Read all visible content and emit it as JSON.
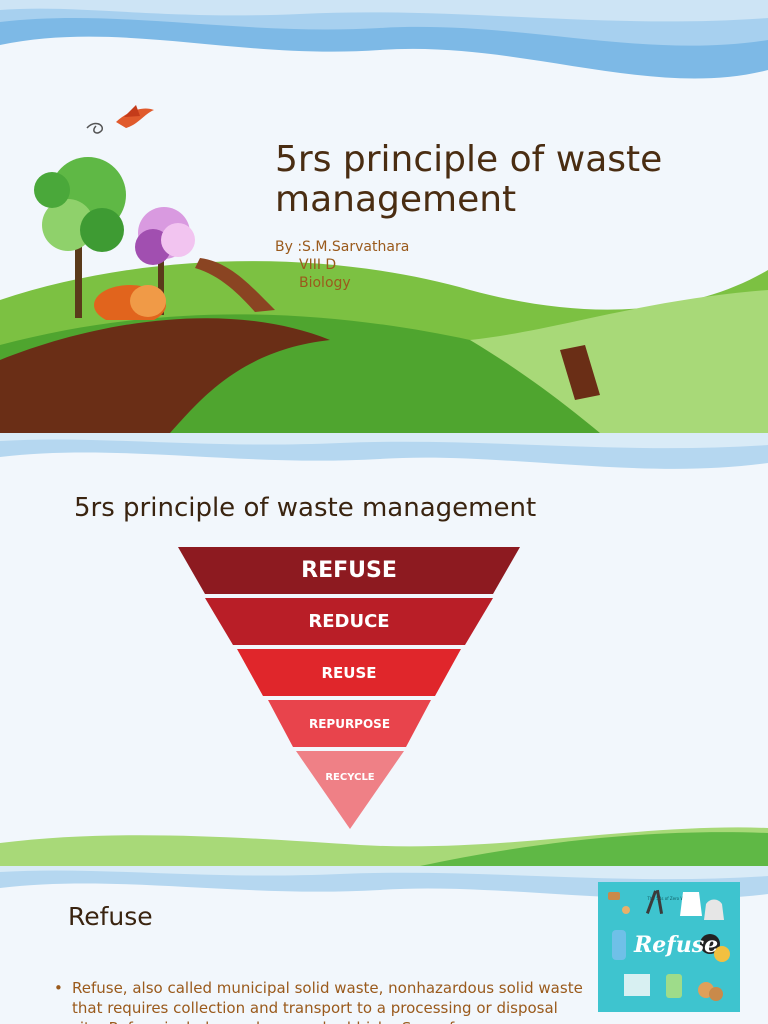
{
  "slide1": {
    "title": "5rs principle of waste management",
    "byline": "By :S.M.Sarvathara",
    "class_line": "VIII D",
    "subject_line": "Biology"
  },
  "slide2": {
    "title": "5rs principle of waste management",
    "tiers": [
      "REFUSE",
      "REDUCE",
      "REUSE",
      "REPURPOSE",
      "RECYCLE"
    ],
    "tier_colors": [
      "#8d1a20",
      "#b91e27",
      "#e0262b",
      "#e8444c",
      "#ef8086"
    ]
  },
  "slide3": {
    "title": "Refuse",
    "bullet_marker": "•",
    "bullet_text": "Refuse, also called municipal solid waste, nonhazardous solid waste that requires collection and transport to a processing or disposal site. Refuse includes garbage and rubbish . Some forms",
    "thumb_header": "The 5Rs of Zero Waste",
    "thumb_word": "Refuse"
  }
}
